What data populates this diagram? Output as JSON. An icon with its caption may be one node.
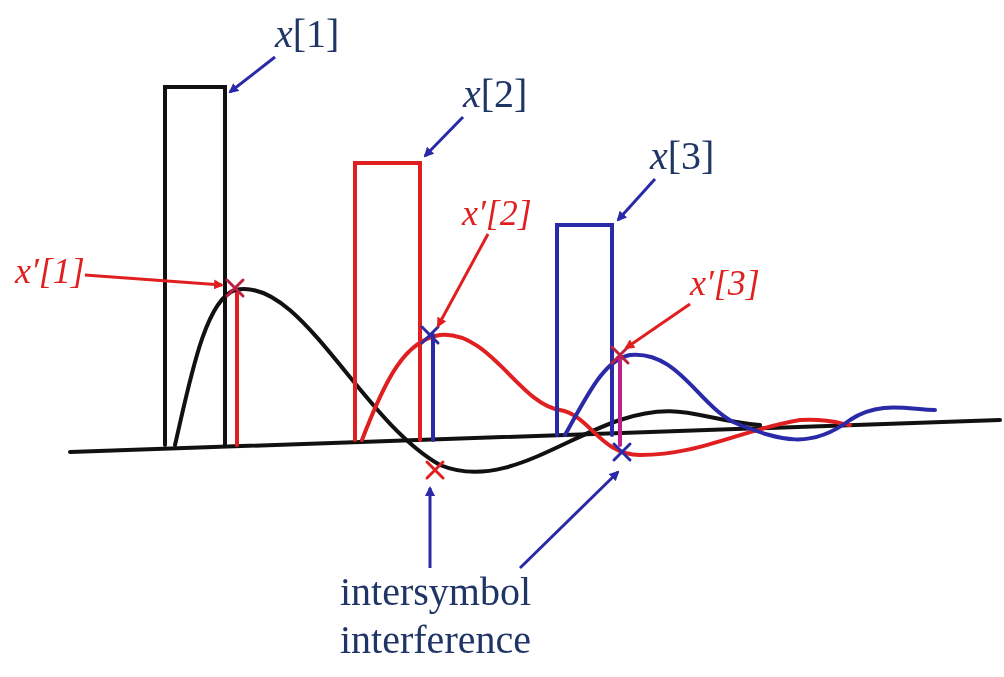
{
  "diagram": {
    "nodes": [
      {
        "text": [
          "*x*[1]"
        ]
      },
      {
        "text": [
          "*x*[2]"
        ]
      },
      {
        "text": [
          "*x*[3]"
        ]
      },
      {
        "text": [
          "x′[1]"
        ]
      },
      {
        "text": [
          "x′[2]"
        ]
      },
      {
        "text": [
          "x′[3]"
        ]
      },
      {
        "text": [
          "intersymbol interference"
        ]
      }
    ],
    "edges": [
      {
        "from": 0,
        "to": null,
        "arrow": "to"
      },
      {
        "from": 1,
        "to": null,
        "arrow": "to"
      },
      {
        "from": 2,
        "to": null,
        "arrow": "to"
      },
      {
        "from": 3,
        "to": null,
        "arrow": "to",
        "color": "#e02020"
      },
      {
        "from": 4,
        "to": null,
        "arrow": "to",
        "color": "#e02020"
      },
      {
        "from": 5,
        "to": null,
        "arrow": "to",
        "color": "#e02020"
      },
      {
        "from": 6,
        "to": null,
        "arrow": "to"
      },
      {
        "from": 6,
        "to": null,
        "arrow": "to"
      }
    ]
  }
}
